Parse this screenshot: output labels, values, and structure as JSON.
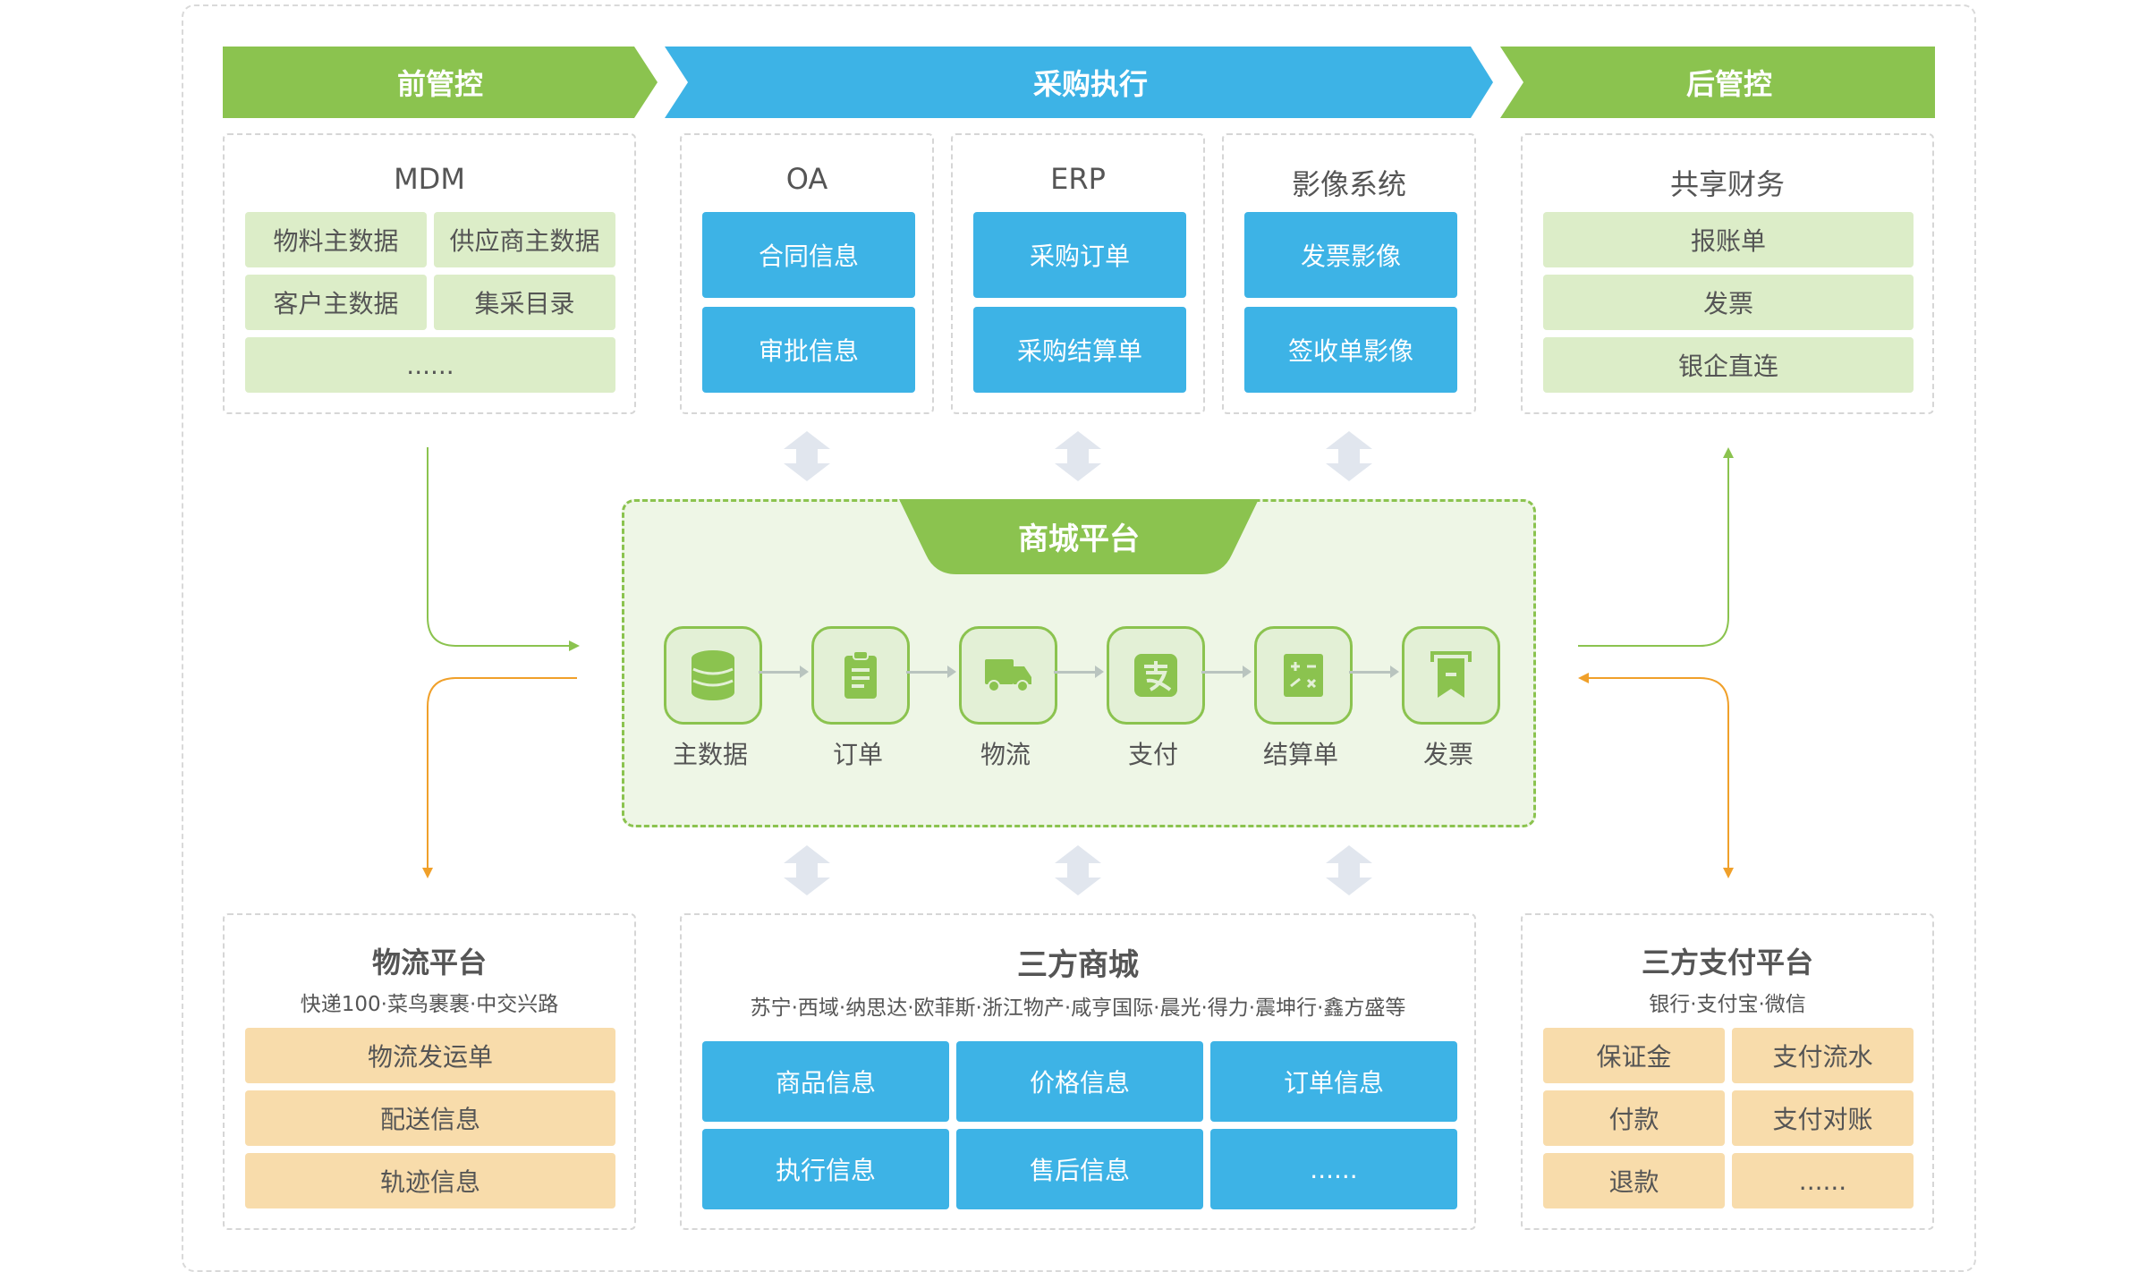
{
  "colors": {
    "green": "#8bc34f",
    "blue": "#3db3e6",
    "light_green": "#dcedc8",
    "orange": "#f8dcab",
    "connector_orange": "#f0a02a",
    "connector_gray": "#e1e6ee"
  },
  "banners": {
    "pre_control": "前管控",
    "procurement": "采购执行",
    "post_control": "后管控"
  },
  "mdm": {
    "title": "MDM",
    "items": [
      "物料主数据",
      "供应商主数据",
      "客户主数据",
      "集采目录",
      "......"
    ]
  },
  "oa": {
    "title": "OA",
    "items": [
      "合同信息",
      "审批信息"
    ]
  },
  "erp": {
    "title": "ERP",
    "items": [
      "采购订单",
      "采购结算单"
    ]
  },
  "imaging": {
    "title": "影像系统",
    "items": [
      "发票影像",
      "签收单影像"
    ]
  },
  "shared_finance": {
    "title": "共享财务",
    "items": [
      "报账单",
      "发票",
      "银企直连"
    ]
  },
  "mall": {
    "title": "商城平台",
    "nodes": [
      {
        "label": "主数据",
        "icon": "database-icon"
      },
      {
        "label": "订单",
        "icon": "clipboard-icon"
      },
      {
        "label": "物流",
        "icon": "truck-icon"
      },
      {
        "label": "支付",
        "icon": "alipay-icon"
      },
      {
        "label": "结算单",
        "icon": "calculator-icon"
      },
      {
        "label": "发票",
        "icon": "receipt-icon"
      }
    ]
  },
  "logistics": {
    "title": "物流平台",
    "subtitle": "快递100·菜鸟裹裹·中交兴路",
    "items": [
      "物流发运单",
      "配送信息",
      "轨迹信息"
    ]
  },
  "third_mall": {
    "title": "三方商城",
    "subtitle": "苏宁·西域·纳思达·欧菲斯·浙江物产·咸亨国际·晨光·得力·震坤行·鑫方盛等",
    "items": [
      "商品信息",
      "价格信息",
      "订单信息",
      "执行信息",
      "售后信息",
      "......"
    ]
  },
  "payment": {
    "title": "三方支付平台",
    "subtitle": "银行·支付宝·微信",
    "items": [
      "保证金",
      "支付流水",
      "付款",
      "支付对账",
      "退款",
      "......"
    ]
  }
}
